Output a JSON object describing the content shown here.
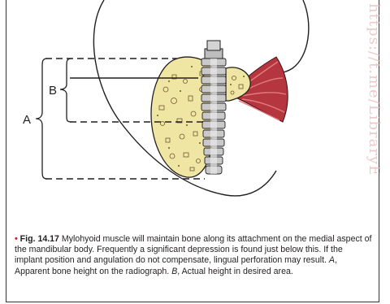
{
  "figure": {
    "label_a": "A",
    "label_b": "B",
    "watermark": "https://t.me/LibraryE"
  },
  "caption": {
    "bullet": "•",
    "fig_label": "Fig. 14.17",
    "text_1": " Mylohyoid muscle will maintain bone along its attachment on the medial aspect of the mandibular body. Frequently a significant depres­sion is found just below this. If the implant position and angulation do not compensate, lingual perforation may result. ",
    "a_letter": "A",
    "text_2": ", Apparent bone height on the radiograph. ",
    "b_letter": "B",
    "text_3": ", Actual height in desired area."
  },
  "colors": {
    "bone": "#f0e6a4",
    "implant": "#c9c9c9",
    "muscle": "#c0454c",
    "caption_bullet": "#d2232a"
  }
}
